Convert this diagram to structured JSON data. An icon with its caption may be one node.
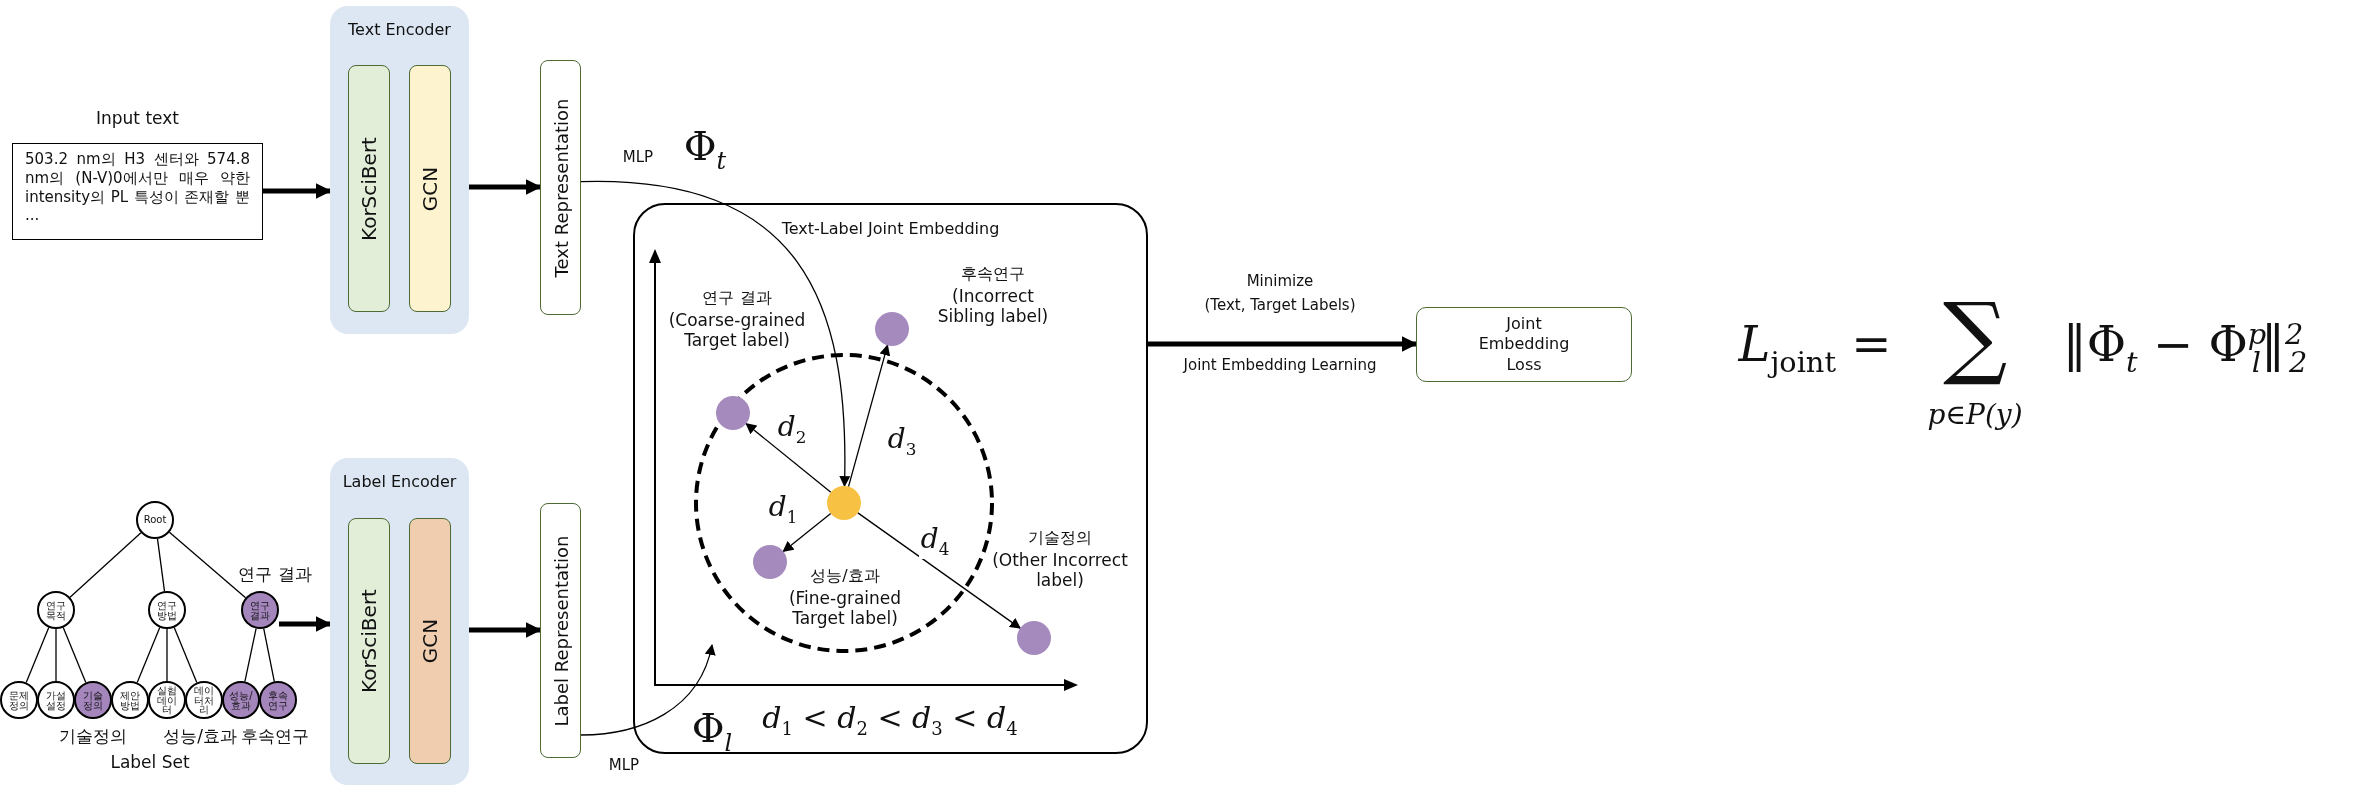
{
  "diagram": {
    "nodes": [
      {
        "text": [
          "Input text",
          "503.2 nm의 H3 센터와 574.8 nm의 (N-V)0에서만 매우 약한 intensity의 PL 특성이 존재할 뿐 ..."
        ]
      },
      {
        "text": [
          "Text Encoder"
        ]
      },
      {
        "text": [
          "KorSciBert"
        ],
        "in": 1
      },
      {
        "text": [
          "GCN"
        ],
        "in": 1
      },
      {
        "text": [
          "Text Representation"
        ]
      },
      {
        "text": [
          "Label Encoder"
        ]
      },
      {
        "text": [
          "KorSciBert"
        ],
        "in": 5
      },
      {
        "text": [
          "GCN"
        ],
        "in": 5
      },
      {
        "text": [
          "Label Representation"
        ]
      },
      {
        "text": [
          "Text-Label Joint Embedding"
        ]
      },
      {
        "text": [],
        "shape": "circle",
        "in": 9
      },
      {
        "text": [],
        "shape": "circle",
        "in": 9,
        "beside": [
          "연구 결과",
          "(Coarse-grained Target label)"
        ]
      },
      {
        "text": [],
        "shape": "circle",
        "in": 9,
        "beside": [
          "후속연구",
          "(Incorrect Sibling label)"
        ]
      },
      {
        "text": [],
        "shape": "circle",
        "in": 9,
        "beside": [
          "성능/효과",
          "(Fine-grained Target label)"
        ]
      },
      {
        "text": [],
        "shape": "circle",
        "in": 9,
        "beside": [
          "기술정의",
          "(Other Incorrect label)"
        ]
      },
      {
        "text": [
          "Joint Embedding Loss"
        ]
      },
      {
        "text": [
          "Root"
        ]
      },
      {
        "text": [
          "연구목적"
        ]
      },
      {
        "text": [
          "연구방법"
        ]
      },
      {
        "text": [
          "연구결과"
        ],
        "beside": [
          "연구 결과"
        ]
      },
      {
        "text": [
          "문제정의"
        ]
      },
      {
        "text": [
          "가설설정"
        ]
      },
      {
        "text": [
          "기술정의"
        ],
        "beside": [
          "기술정의"
        ]
      },
      {
        "text": [
          "제안방법"
        ]
      },
      {
        "text": [
          "실험데이터"
        ]
      },
      {
        "text": [
          "데이터처리"
        ]
      },
      {
        "text": [
          "성능/효과"
        ],
        "beside": [
          "성능/효과"
        ]
      },
      {
        "text": [
          "후속연구"
        ],
        "beside": [
          "후속연구"
        ]
      }
    ],
    "edges": [
      {
        "from": 0,
        "to": 1,
        "arrow": "to",
        "style": "thick"
      },
      {
        "from": 1,
        "to": 4,
        "arrow": "to",
        "style": "thick"
      },
      {
        "from": 19,
        "to": 5,
        "arrow": "to",
        "style": "thick"
      },
      {
        "from": 5,
        "to": 8,
        "arrow": "to",
        "style": "thick"
      },
      {
        "from": 4,
        "to": 10,
        "arrow": "to",
        "label": "MLP"
      },
      {
        "from": 8,
        "to": null,
        "arrow": "to",
        "label": "MLP"
      },
      {
        "from": 10,
        "to": 13,
        "arrow": "to",
        "label": "d$_{1}$"
      },
      {
        "from": 10,
        "to": 11,
        "arrow": "to",
        "label": "d$_{2}$"
      },
      {
        "from": 10,
        "to": 12,
        "arrow": "to",
        "label": "d$_{3}$"
      },
      {
        "from": 10,
        "to": 14,
        "arrow": "to",
        "label": "d$_{4}$"
      },
      {
        "from": 9,
        "to": 15,
        "arrow": "to",
        "style": "thick",
        "label": "Minimize"
      },
      {
        "from": 16,
        "to": 17,
        "arrow": "none"
      },
      {
        "from": 16,
        "to": 18,
        "arrow": "none"
      },
      {
        "from": 16,
        "to": 19,
        "arrow": "none"
      },
      {
        "from": 17,
        "to": 20,
        "arrow": "none"
      },
      {
        "from": 17,
        "to": 21,
        "arrow": "none"
      },
      {
        "from": 17,
        "to": 22,
        "arrow": "none"
      },
      {
        "from": 18,
        "to": 23,
        "arrow": "none"
      },
      {
        "from": 18,
        "to": 24,
        "arrow": "none"
      },
      {
        "from": 18,
        "to": 25,
        "arrow": "none"
      },
      {
        "from": 19,
        "to": 26,
        "arrow": "none"
      },
      {
        "from": 19,
        "to": 27,
        "arrow": "none"
      }
    ],
    "labels": [
      "Φ$_{t}$",
      "Φ$_{l}$",
      "d$_{1}$ < d$_{2}$ < d$_{3}$ < d$_{4}$",
      "Label Set",
      "(Text, Target Labels)",
      "Joint Embedding Learning",
      "L$_{joint}$ =",
      "∑",
      "p∈P(y)",
      "‖Φ$_{t}$ − Φ$^{p}$$_{l}$‖$^{2}$$_{2}$"
    ]
  }
}
